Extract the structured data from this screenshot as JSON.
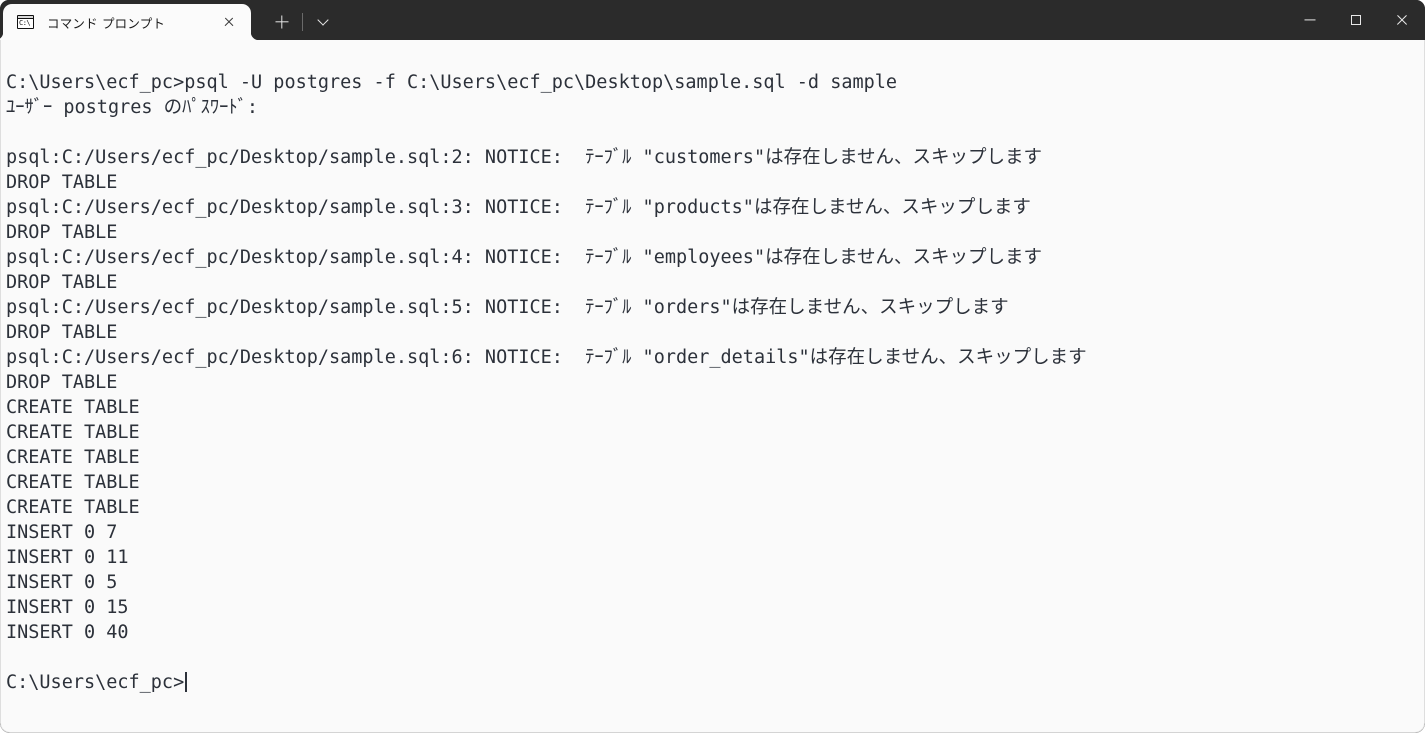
{
  "window": {
    "controls": {
      "minimize": "minimize",
      "maximize": "maximize",
      "close": "close"
    }
  },
  "tabbar": {
    "tabs": [
      {
        "title": "コマンド プロンプト",
        "icon": "console-icon",
        "icon_text": "C:\\",
        "active": true,
        "close_label": "×"
      }
    ],
    "new_tab_label": "+",
    "dropdown_label": "⌄"
  },
  "terminal": {
    "prompt": "C:\\Users\\ecf_pc>",
    "command": "psql -U postgres -f C:\\Users\\ecf_pc\\Desktop\\sample.sql -d sample",
    "cursor_visible": true,
    "lines": [
      "C:\\Users\\ecf_pc>psql -U postgres -f C:\\Users\\ecf_pc\\Desktop\\sample.sql -d sample",
      "ﾕｰｻﾞｰ postgres のﾊﾟｽﾜｰﾄﾞ:",
      "",
      "psql:C:/Users/ecf_pc/Desktop/sample.sql:2: NOTICE:  ﾃｰﾌﾞﾙ \"customers\"は存在しません、スキップします",
      "DROP TABLE",
      "psql:C:/Users/ecf_pc/Desktop/sample.sql:3: NOTICE:  ﾃｰﾌﾞﾙ \"products\"は存在しません、スキップします",
      "DROP TABLE",
      "psql:C:/Users/ecf_pc/Desktop/sample.sql:4: NOTICE:  ﾃｰﾌﾞﾙ \"employees\"は存在しません、スキップします",
      "DROP TABLE",
      "psql:C:/Users/ecf_pc/Desktop/sample.sql:5: NOTICE:  ﾃｰﾌﾞﾙ \"orders\"は存在しません、スキップします",
      "DROP TABLE",
      "psql:C:/Users/ecf_pc/Desktop/sample.sql:6: NOTICE:  ﾃｰﾌﾞﾙ \"order_details\"は存在しません、スキップします",
      "DROP TABLE",
      "CREATE TABLE",
      "CREATE TABLE",
      "CREATE TABLE",
      "CREATE TABLE",
      "CREATE TABLE",
      "INSERT 0 7",
      "INSERT 0 11",
      "INSERT 0 5",
      "INSERT 0 15",
      "INSERT 0 40",
      "",
      "C:\\Users\\ecf_pc>"
    ]
  },
  "colors": {
    "titlebar_bg": "#2b2b2b",
    "tab_active_bg": "#fbfbfb",
    "terminal_bg": "#fafafa",
    "terminal_fg": "#2c313a"
  }
}
